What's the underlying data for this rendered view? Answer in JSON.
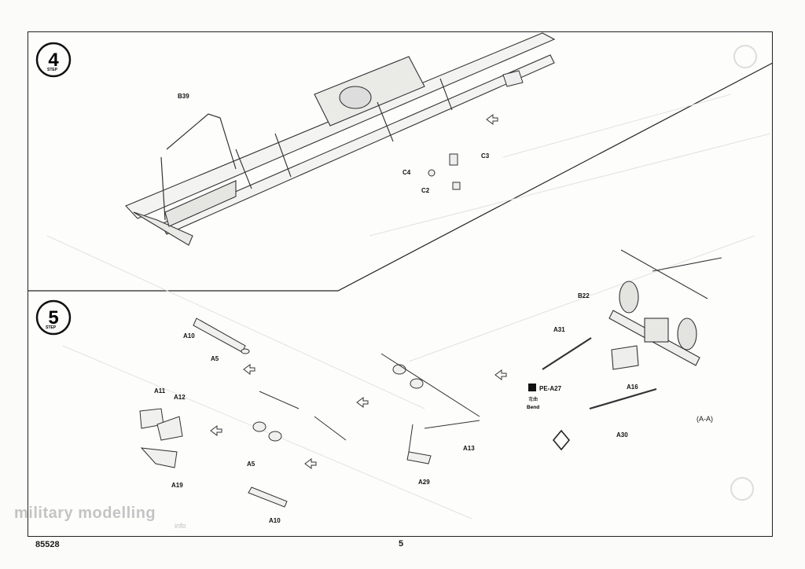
{
  "steps": [
    {
      "number": "4",
      "word": "STEP"
    },
    {
      "number": "5",
      "word": "STEP"
    }
  ],
  "parts_step4": [
    "B39",
    "C3",
    "C4",
    "C2"
  ],
  "parts_step5": [
    "A10",
    "A5",
    "A11",
    "A12",
    "A19",
    "A5",
    "A10",
    "A13",
    "A29",
    "B22",
    "A31",
    "PE-A27",
    "A16",
    "A30"
  ],
  "bend_note": {
    "cn": "弯曲",
    "en": "Bend"
  },
  "section_label": "(A-A)",
  "footer": {
    "code": "85528",
    "page": "5"
  },
  "watermark": {
    "text": "military modelling",
    "sub": "info"
  }
}
